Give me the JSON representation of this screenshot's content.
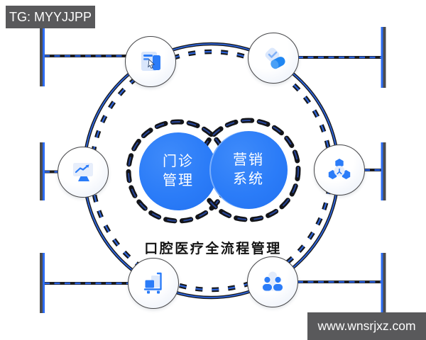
{
  "badges": {
    "tg_label": "TG: MYYJJPP",
    "site_label": "www.wnsrjxz.com"
  },
  "venn": {
    "left": {
      "line1": "门诊",
      "line2": "管理"
    },
    "right": {
      "line1": "营销",
      "line2": "系统"
    },
    "caption": "口腔医疗全流程管理"
  },
  "orbit_nodes": [
    {
      "position": "top-left",
      "icon": "document-cursor-icon"
    },
    {
      "position": "top-right",
      "icon": "pill-check-icon"
    },
    {
      "position": "middle-left",
      "icon": "monitor-chart-icon"
    },
    {
      "position": "middle-right",
      "icon": "network-hub-icon"
    },
    {
      "position": "bottom-left",
      "icon": "trolley-cart-icon"
    },
    {
      "position": "bottom-right",
      "icon": "team-users-icon"
    }
  ],
  "colors": {
    "primary_blue": "#2b7cf8",
    "ring_blue": "#2e63d9",
    "line_dark": "#1c1c1e",
    "badge_gray": "#59595b"
  }
}
